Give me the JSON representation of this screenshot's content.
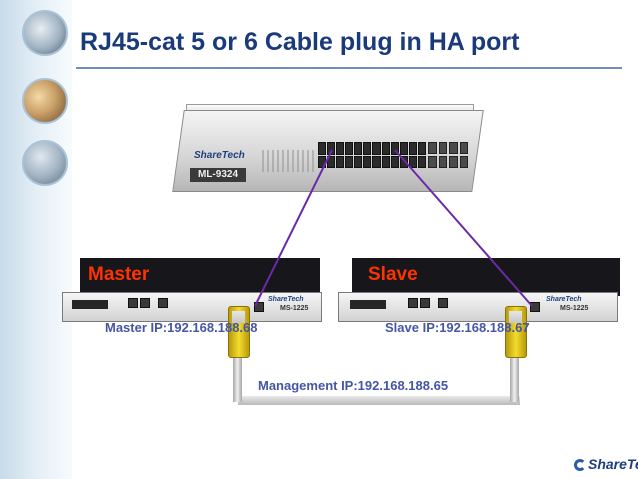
{
  "slide": {
    "title": "RJ45-cat 5 or 6 Cable plug in HA port"
  },
  "switch": {
    "brand": "ShareTech",
    "model": "ML-9324"
  },
  "master": {
    "label": "Master",
    "model": "MS-1225",
    "ip_text": "Master IP:192.168.188.68"
  },
  "slave": {
    "label": "Slave",
    "model": "MS-1225",
    "ip_text": "Slave IP:192.168.188.67"
  },
  "management": {
    "ip_text": "Management IP:192.168.188.65"
  },
  "footer": {
    "logo_text": "ShareTech"
  },
  "colors": {
    "title": "#1a3a7a",
    "device_label": "#ff3300",
    "ip_text": "#4456a4",
    "link_line": "#6a2aa8"
  }
}
